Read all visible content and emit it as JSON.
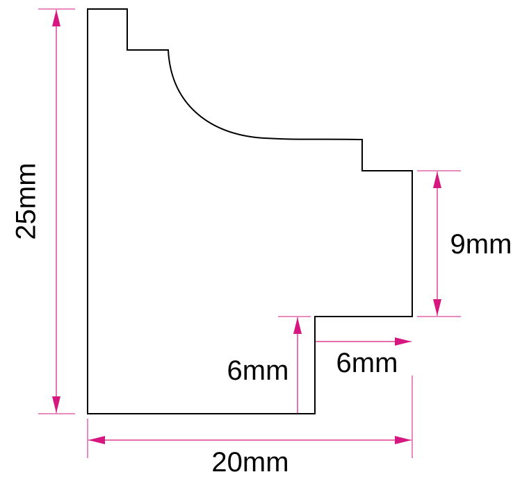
{
  "drawing": {
    "accent_color": "#d6177f",
    "outline_color": "#000000",
    "dimensions": {
      "overall_height": {
        "label": "25mm",
        "value": 25,
        "unit": "mm"
      },
      "overall_width": {
        "label": "20mm",
        "value": 20,
        "unit": "mm"
      },
      "right_step_height": {
        "label": "9mm",
        "value": 9,
        "unit": "mm"
      },
      "rebate_height": {
        "label": "6mm",
        "value": 6,
        "unit": "mm"
      },
      "rebate_width": {
        "label": "6mm",
        "value": 6,
        "unit": "mm"
      }
    }
  }
}
